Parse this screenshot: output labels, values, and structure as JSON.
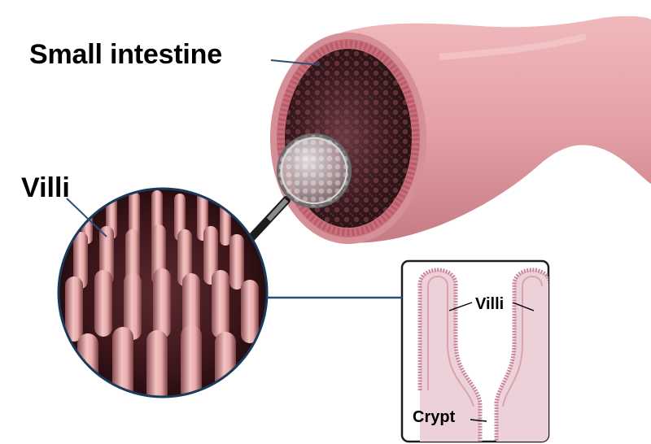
{
  "labels": {
    "small_intestine": "Small intestine",
    "villi_main": "Villi",
    "villi_inset": "Villi",
    "crypt": "Crypt"
  },
  "colors": {
    "tissue": "#e8a7ac",
    "tissue_dark": "#b9626c",
    "lumen": "#3a1c22",
    "villi_tip": "#f6cbc9",
    "villi_shadow": "#2a1014",
    "inset_fill": "#ecd1d9",
    "inset_border": "#c9869a",
    "leader_line": "#2b4f73"
  },
  "icons": {
    "magnifier": "magnifying-glass-icon"
  }
}
